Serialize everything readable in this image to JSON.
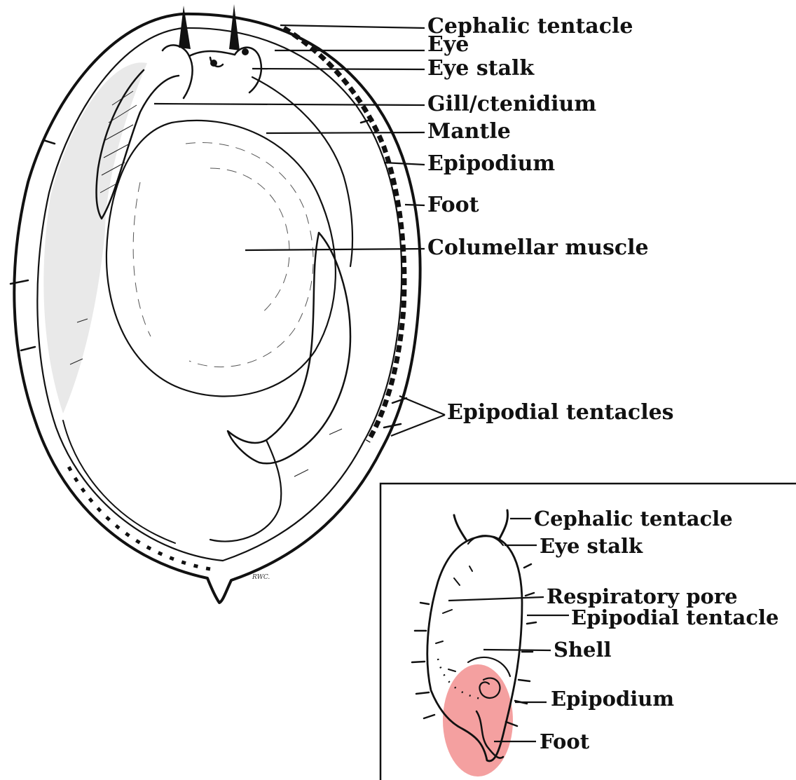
{
  "main_drawing": {
    "labels": {
      "cephalic_tentacle": "Cephalic tentacle",
      "eye": "Eye",
      "eye_stalk": "Eye stalk",
      "gill": "Gill/ctenidium",
      "mantle": "Mantle",
      "epipodium": "Epipodium",
      "foot": "Foot",
      "columellar_muscle": "Columellar muscle",
      "epipodial_tentacles": "Epipodial tentacles"
    },
    "signature": "RWC."
  },
  "inset": {
    "labels": {
      "cephalic_tentacle": "Cephalic tentacle",
      "eye_stalk": "Eye stalk",
      "respiratory_pore": "Respiratory pore",
      "epipodial_tentacle": "Epipodial tentacle",
      "shell": "Shell",
      "epipodium": "Epipodium",
      "foot": "Foot"
    },
    "highlight_color": "#f08080"
  }
}
